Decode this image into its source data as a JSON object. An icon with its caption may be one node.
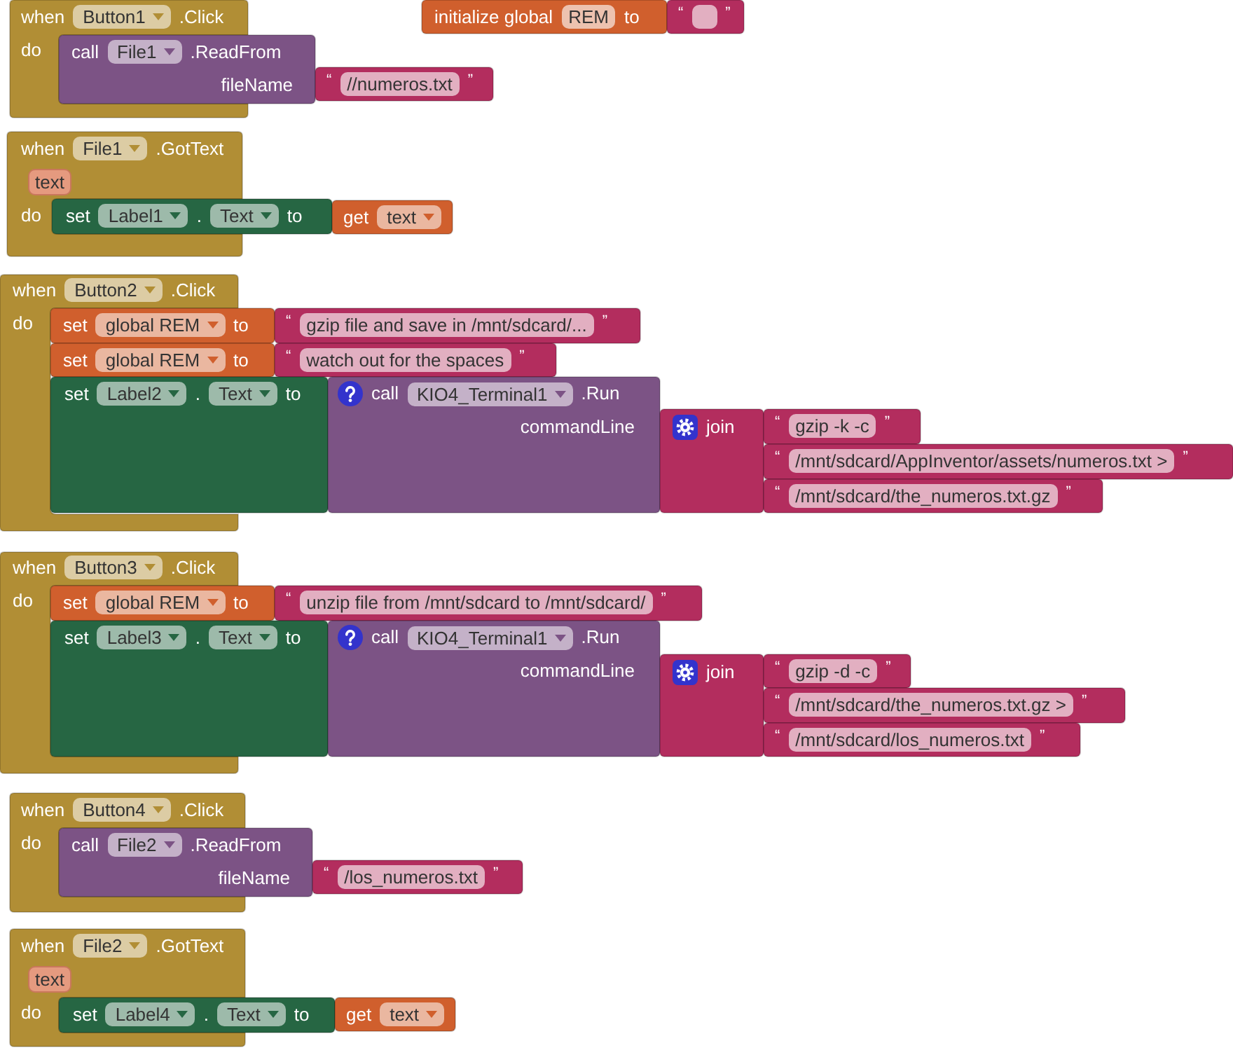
{
  "diagram": {
    "nodes": [
      {
        "text": [
          "when",
          "Button1",
          ".Click",
          "do"
        ]
      },
      {
        "text": [
          "call",
          "File1",
          ".ReadFrom",
          "fileName"
        ]
      },
      {
        "text": [
          "“",
          "//numeros.txt",
          "”"
        ]
      },
      {
        "text": [
          "initialize global",
          "REM",
          "to"
        ]
      },
      {
        "text": [
          "“",
          "”"
        ]
      },
      {
        "text": [
          "when",
          "File1",
          ".GotText",
          "text",
          "do"
        ]
      },
      {
        "text": [
          "set",
          "Label1",
          ".",
          "Text",
          "to"
        ]
      },
      {
        "text": [
          "get",
          "text"
        ]
      },
      {
        "text": [
          "when",
          "Button2",
          ".Click",
          "do"
        ]
      },
      {
        "text": [
          "set",
          "global REM",
          "to"
        ]
      },
      {
        "text": [
          "“",
          "gzip file and save in /mnt/sdcard/...",
          "”"
        ]
      },
      {
        "text": [
          "set",
          "global REM",
          "to"
        ]
      },
      {
        "text": [
          "“",
          "watch out for the spaces",
          "”"
        ]
      },
      {
        "text": [
          "set",
          "Label2",
          ".",
          "Text",
          "to"
        ]
      },
      {
        "text": [
          "call",
          "KIO4_Terminal1",
          ".Run",
          "commandLine"
        ]
      },
      {
        "text": [
          "join"
        ]
      },
      {
        "text": [
          "“",
          "gzip -k -c",
          "”"
        ]
      },
      {
        "text": [
          "“",
          "/mnt/sdcard/AppInventor/assets/numeros.txt >",
          "”"
        ]
      },
      {
        "text": [
          "“",
          "/mnt/sdcard/the_numeros.txt.gz",
          "”"
        ]
      },
      {
        "text": [
          "when",
          "Button3",
          ".Click",
          "do"
        ]
      },
      {
        "text": [
          "set",
          "global REM",
          "to"
        ]
      },
      {
        "text": [
          "“",
          "unzip file from /mnt/sdcard to /mnt/sdcard/",
          "”"
        ]
      },
      {
        "text": [
          "set",
          "Label3",
          ".",
          "Text",
          "to"
        ]
      },
      {
        "text": [
          "call",
          "KIO4_Terminal1",
          ".Run",
          "commandLine"
        ]
      },
      {
        "text": [
          "join"
        ]
      },
      {
        "text": [
          "“",
          "gzip -d -c",
          "”"
        ]
      },
      {
        "text": [
          "“",
          "/mnt/sdcard/the_numeros.txt.gz >",
          "”"
        ]
      },
      {
        "text": [
          "“",
          "/mnt/sdcard/los_numeros.txt",
          "”"
        ]
      },
      {
        "text": [
          "when",
          "Button4",
          ".Click",
          "do"
        ]
      },
      {
        "text": [
          "call",
          "File2",
          ".ReadFrom",
          "fileName"
        ]
      },
      {
        "text": [
          "“",
          "/los_numeros.txt",
          "”"
        ]
      },
      {
        "text": [
          "when",
          "File2",
          ".GotText",
          "text",
          "do"
        ]
      },
      {
        "text": [
          "set",
          "Label4",
          ".",
          "Text",
          "to"
        ]
      },
      {
        "text": [
          "get",
          "text"
        ]
      }
    ]
  }
}
